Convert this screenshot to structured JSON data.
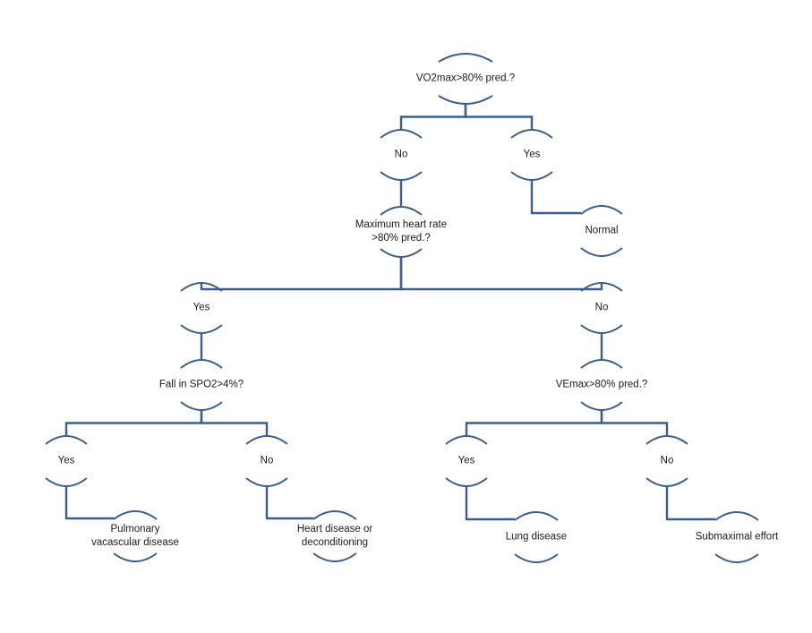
{
  "diagram": {
    "nodes": {
      "root": "VO2max>80% pred.?",
      "no1": "No",
      "yes1": "Yes",
      "hr": "Maximum heart rate\n>80% pred.?",
      "normal": "Normal",
      "yes2": "Yes",
      "no2": "No",
      "spo2": "Fall in SPO2>4%?",
      "vemax": "VEmax>80% pred.?",
      "yes3": "Yes",
      "no3": "No",
      "yes4": "Yes",
      "no4": "No",
      "pvd": "Pulmonary\nvacascular disease",
      "heart": "Heart disease or\ndeconditioning",
      "lung": "Lung disease",
      "sub": "Submaximal effort"
    },
    "edges": [
      [
        "root",
        "no1"
      ],
      [
        "root",
        "yes1"
      ],
      [
        "no1",
        "hr"
      ],
      [
        "yes1",
        "normal"
      ],
      [
        "hr",
        "yes2"
      ],
      [
        "hr",
        "no2"
      ],
      [
        "yes2",
        "spo2"
      ],
      [
        "no2",
        "vemax"
      ],
      [
        "spo2",
        "yes3"
      ],
      [
        "spo2",
        "no3"
      ],
      [
        "vemax",
        "yes4"
      ],
      [
        "vemax",
        "no4"
      ],
      [
        "yes3",
        "pvd"
      ],
      [
        "no3",
        "heart"
      ],
      [
        "yes4",
        "lung"
      ],
      [
        "no4",
        "sub"
      ]
    ],
    "line_color": "#3b5e8c"
  }
}
